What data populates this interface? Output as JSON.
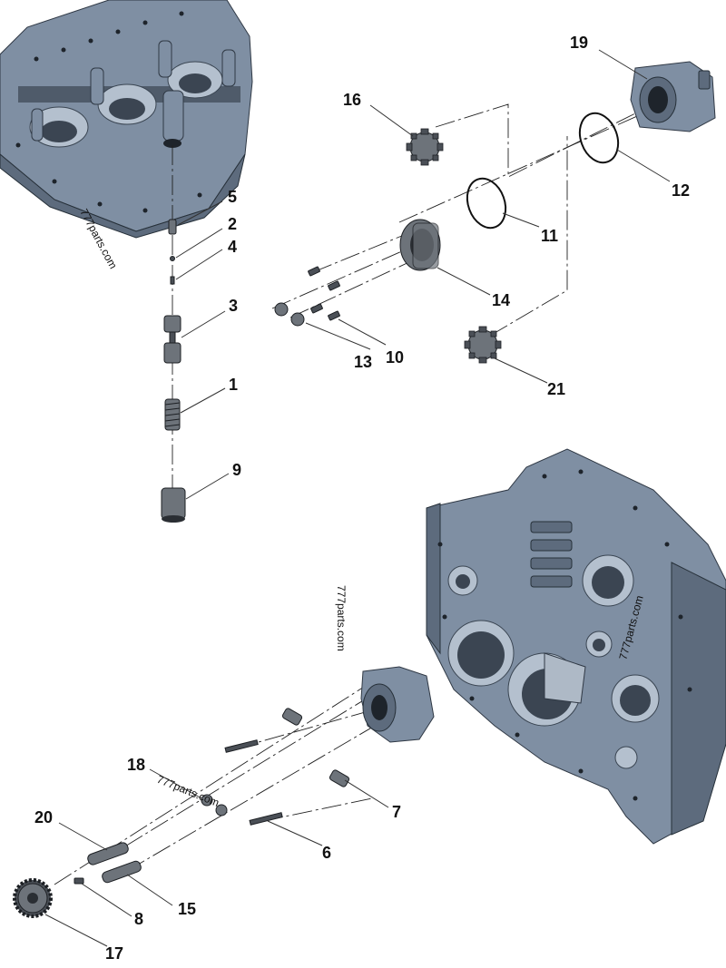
{
  "callouts": {
    "n1": "1",
    "n2": "2",
    "n3": "3",
    "n4": "4",
    "n5": "5",
    "n6": "6",
    "n7": "7",
    "n8": "8",
    "n9": "9",
    "n10": "10",
    "n11": "11",
    "n12": "12",
    "n13": "13",
    "n14": "14",
    "n15": "15",
    "n16": "16",
    "n17": "17",
    "n18": "18",
    "n19": "19",
    "n20": "20",
    "n21": "21"
  },
  "watermarks": {
    "w1": "777parts.com",
    "w2": "777parts.com",
    "w3": "777parts.com",
    "w4": "777parts.com"
  }
}
